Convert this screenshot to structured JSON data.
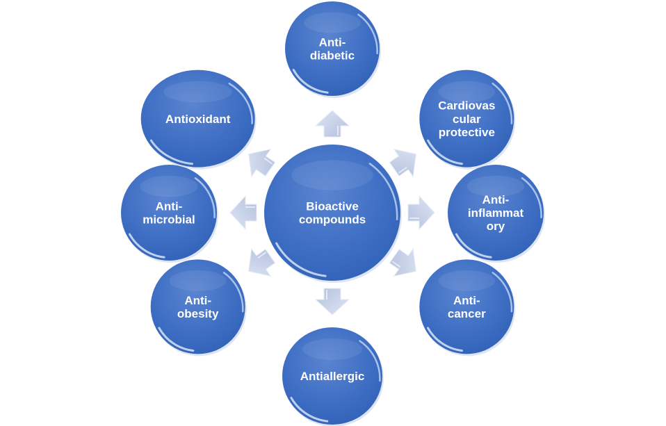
{
  "diagram": {
    "type": "radial-cycle",
    "colors": {
      "node_fill": "#3f6fc4",
      "node_highlight": "#6a92d8",
      "node_dark": "#2f5bb0",
      "rim": "#c9dcf5",
      "arrow_fill": "#c3cde6",
      "arrow_edge": "#dfe6f4",
      "text": "#ffffff"
    },
    "center": {
      "id": "bioactive-compounds",
      "lines": [
        "Bioactive",
        "compounds"
      ]
    },
    "nodes": [
      {
        "id": "anti-diabetic",
        "lines": [
          "Anti-",
          "diabetic"
        ],
        "direction": "up"
      },
      {
        "id": "cardiovascular-protective",
        "lines": [
          "Cardiovas",
          "cular",
          "protective"
        ],
        "direction": "up-right"
      },
      {
        "id": "anti-inflammatory",
        "lines": [
          "Anti-",
          "inflammat",
          "ory"
        ],
        "direction": "right"
      },
      {
        "id": "anti-cancer",
        "lines": [
          "Anti-",
          "cancer"
        ],
        "direction": "down-right"
      },
      {
        "id": "antiallergic",
        "lines": [
          "Antiallergic"
        ],
        "direction": "down"
      },
      {
        "id": "anti-obesity",
        "lines": [
          "Anti-",
          "obesity"
        ],
        "direction": "down-left"
      },
      {
        "id": "anti-microbial",
        "lines": [
          "Anti-",
          "microbial"
        ],
        "direction": "left"
      },
      {
        "id": "antioxidant",
        "lines": [
          "Antioxidant"
        ],
        "direction": "up-left"
      }
    ]
  }
}
